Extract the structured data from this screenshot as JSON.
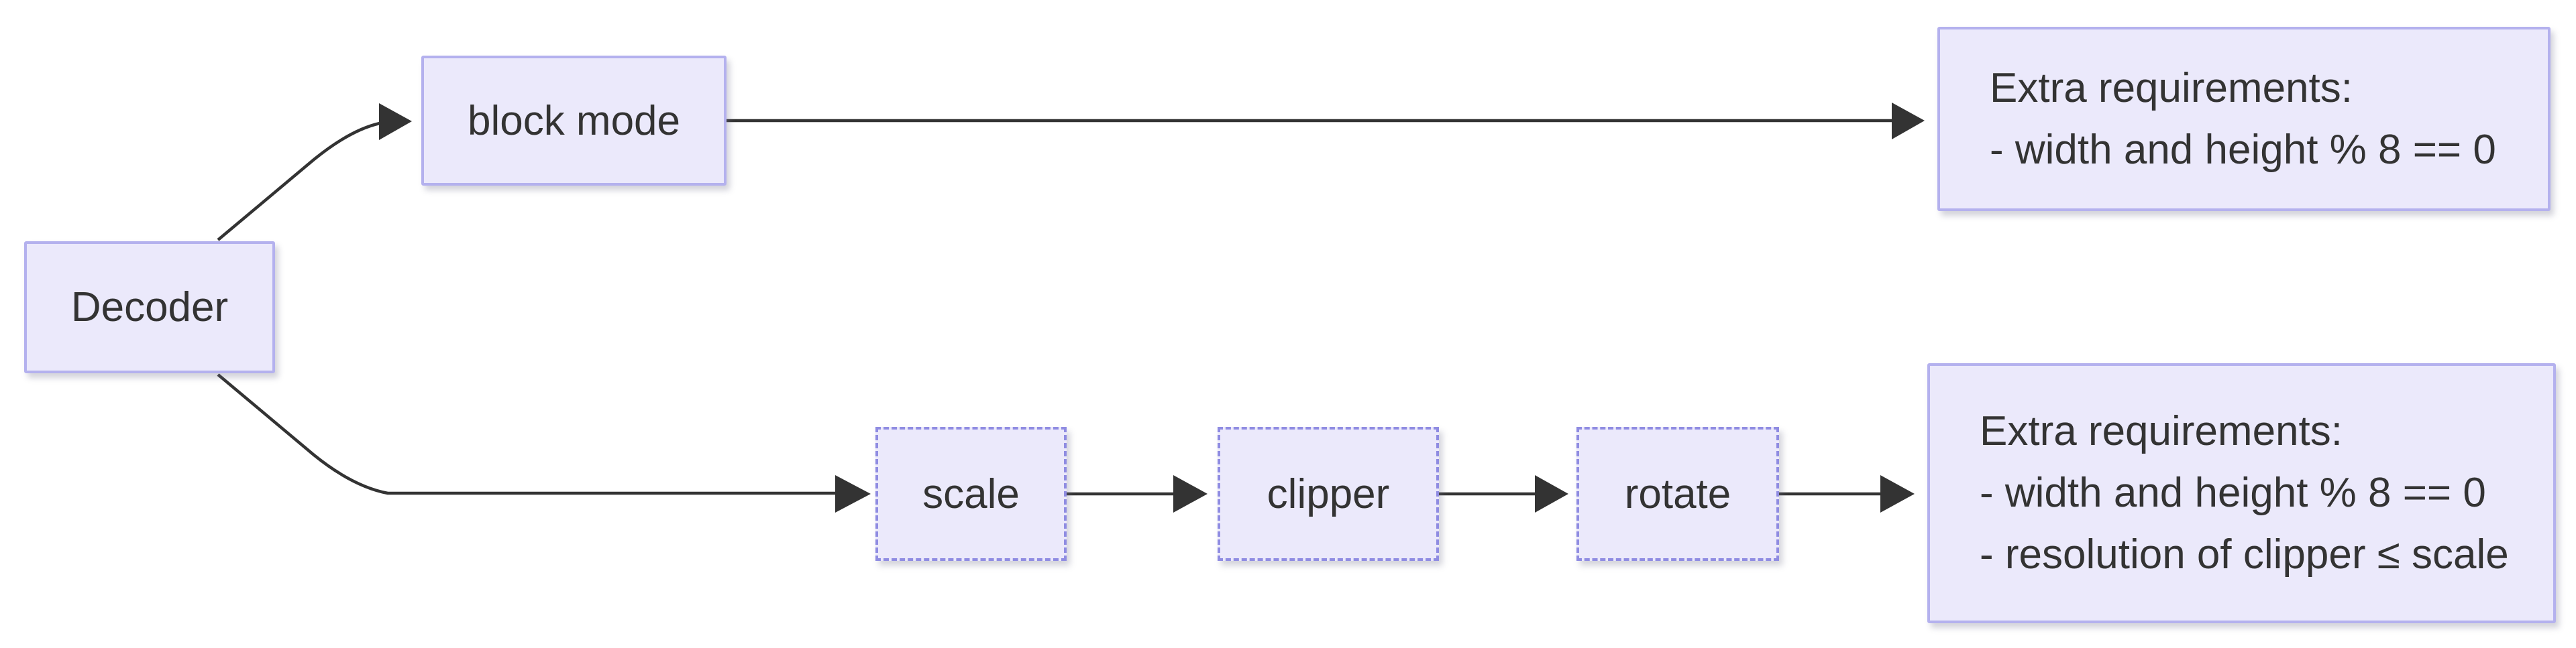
{
  "diagram": {
    "type": "flowchart",
    "nodes": {
      "decoder": {
        "label": "Decoder"
      },
      "block_mode": {
        "label": "block mode"
      },
      "scale": {
        "label": "scale"
      },
      "clipper": {
        "label": "clipper"
      },
      "rotate": {
        "label": "rotate"
      },
      "req_block": {
        "line1": "Extra requirements:",
        "line2": "- width and height % 8 == 0"
      },
      "req_chain": {
        "line1": "Extra requirements:",
        "line2": "- width and height % 8 == 0",
        "line3": "- resolution of clipper ≤ scale"
      }
    },
    "edges": [
      {
        "from": "decoder",
        "to": "block_mode"
      },
      {
        "from": "decoder",
        "to": "scale"
      },
      {
        "from": "block_mode",
        "to": "req_block"
      },
      {
        "from": "scale",
        "to": "clipper"
      },
      {
        "from": "clipper",
        "to": "rotate"
      },
      {
        "from": "rotate",
        "to": "req_chain"
      }
    ],
    "colors": {
      "background": "#ffffff",
      "node_fill": "#ebe9fb",
      "node_border_solid": "#b4b1ee",
      "node_border_dashed": "#8f8ce2",
      "edge_stroke": "#333333",
      "text": "#333333"
    }
  }
}
